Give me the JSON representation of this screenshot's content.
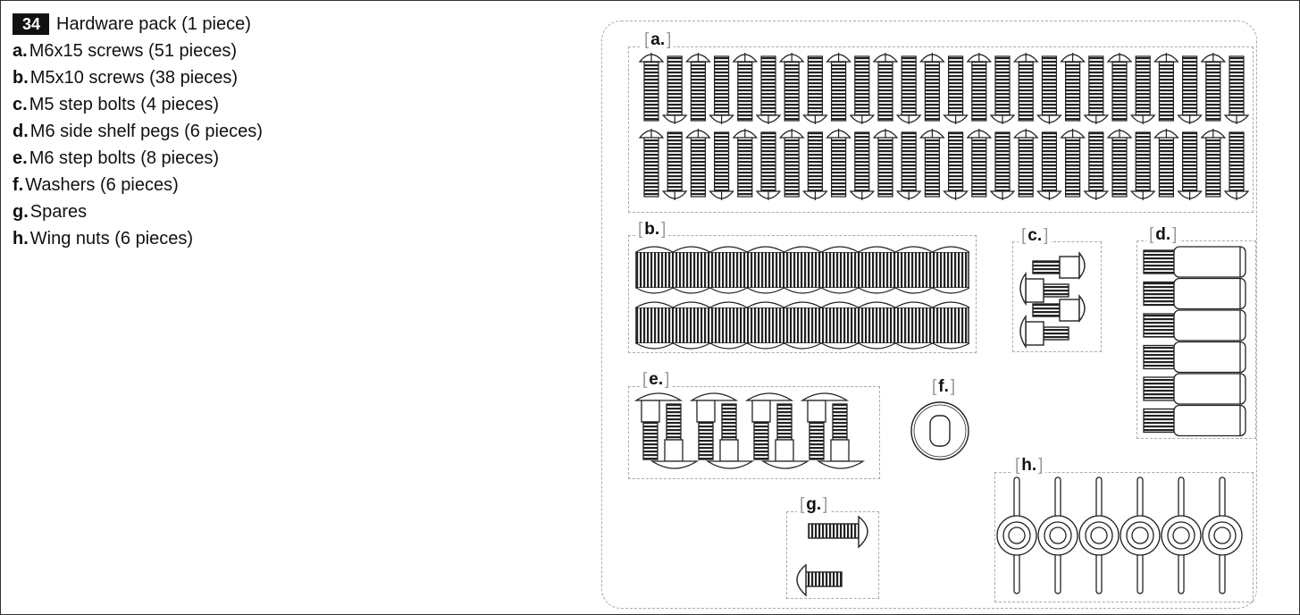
{
  "part": {
    "number": "34",
    "title": "Hardware pack (1 piece)"
  },
  "items": [
    {
      "letter": "a.",
      "desc": "M6x15 screws (51 pieces)"
    },
    {
      "letter": "b.",
      "desc": "M5x10 screws (38 pieces)"
    },
    {
      "letter": "c.",
      "desc": "M5 step bolts (4 pieces)"
    },
    {
      "letter": "d.",
      "desc": "M6 side shelf pegs (6 pieces)"
    },
    {
      "letter": "e.",
      "desc": "M6 step bolts (8 pieces)"
    },
    {
      "letter": "f.",
      "desc": "Washers (6 pieces)"
    },
    {
      "letter": "g.",
      "desc": "Spares"
    },
    {
      "letter": "h.",
      "desc": "Wing nuts (6 pieces)"
    }
  ],
  "labels": {
    "a": "a.",
    "b": "b.",
    "c": "c.",
    "d": "d.",
    "e": "e.",
    "f": "f.",
    "g": "g.",
    "h": "h."
  }
}
